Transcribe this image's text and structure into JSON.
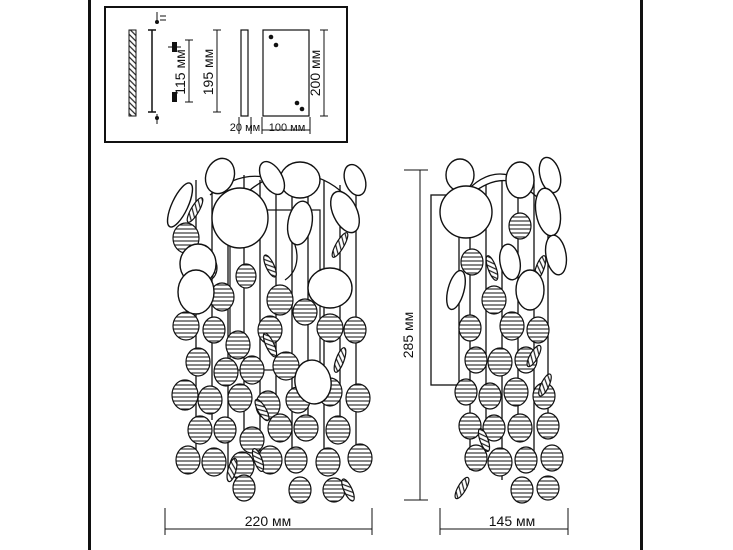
{
  "mounting_diagram": {
    "height_bracket_small": "115 мм",
    "height_bracket_large": "195 мм",
    "height_plate": "200 мм",
    "width_bracket": "20 мм",
    "width_plate": "100 мм"
  },
  "front_view": {
    "width_label": "220 мм"
  },
  "side_view": {
    "width_label": "145 мм",
    "height_label": "285 мм"
  },
  "colors": {
    "line": "#111111",
    "disc_fill": "#ffffff",
    "hatch": "#222222"
  }
}
